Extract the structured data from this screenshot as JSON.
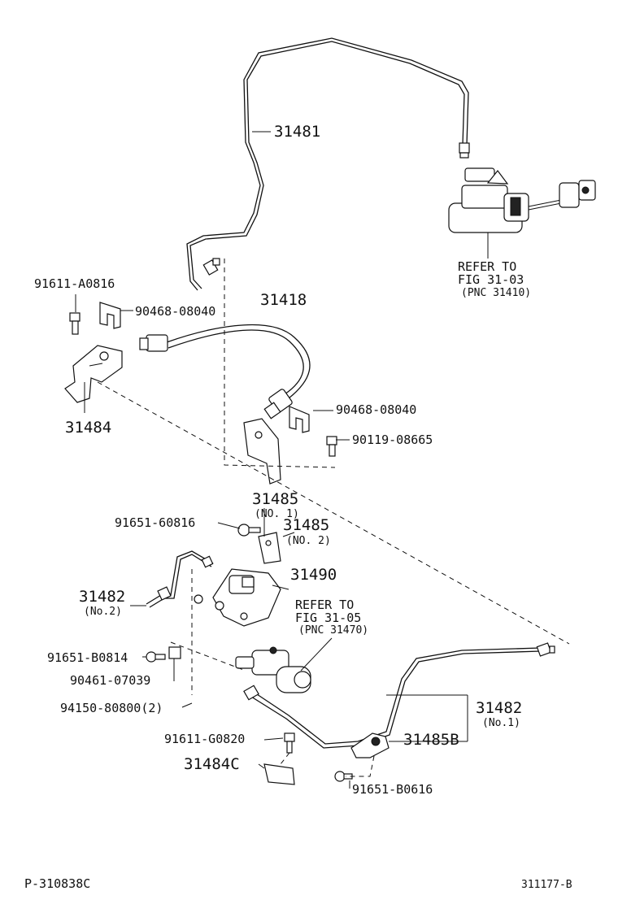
{
  "labels": {
    "p31481": "31481",
    "refer1_l1": "REFER TO",
    "refer1_l2": "FIG 31-03",
    "refer1_l3": "(PNC 31410)",
    "p91611a": "91611-A0816",
    "p90468a": "90468-08040",
    "p31418": "31418",
    "p31484": "31484",
    "p90468b": "90468-08040",
    "p90119": "90119-08665",
    "p31485_1": "31485",
    "p31485_1sub": "(NO. 1)",
    "p91651_608": "91651-60816",
    "p31485_2": "31485",
    "p31485_2sub": "(NO. 2)",
    "p31490": "31490",
    "p31482_2": "31482",
    "p31482_2sub": "(No.2)",
    "refer2_l1": "REFER TO",
    "refer2_l2": "FIG 31-05",
    "refer2_l3": "(PNC 31470)",
    "p91651_b0814": "91651-B0814",
    "p90461": "90461-07039",
    "p94150": "94150-80800(2)",
    "p31482_1": "31482",
    "p31482_1sub": "(No.1)",
    "p91611g": "91611-G0820",
    "p31485b": "31485B",
    "p31484c": "31484C",
    "p91651_b0616": "91651-B0616"
  },
  "footer": {
    "left": "P-310838C",
    "right": "311177-B"
  }
}
